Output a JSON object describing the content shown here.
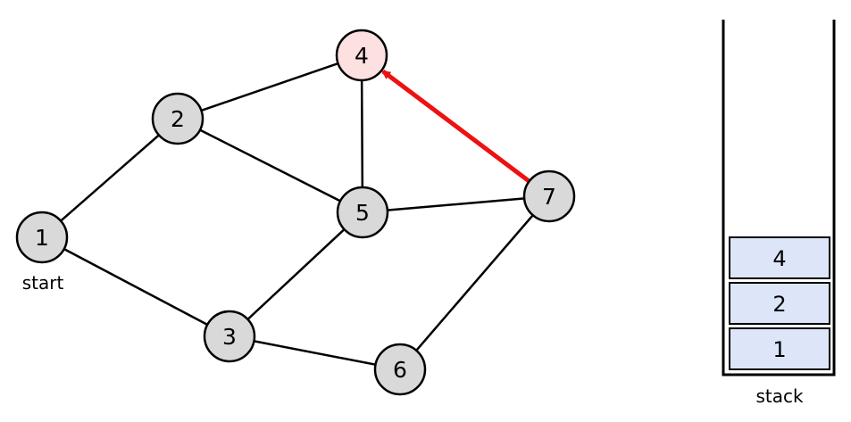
{
  "graph": {
    "start_label": "start",
    "nodes": [
      {
        "id": "1",
        "label": "1",
        "state": "visited"
      },
      {
        "id": "2",
        "label": "2",
        "state": "visited"
      },
      {
        "id": "3",
        "label": "3",
        "state": "visited"
      },
      {
        "id": "4",
        "label": "4",
        "state": "current"
      },
      {
        "id": "5",
        "label": "5",
        "state": "visited"
      },
      {
        "id": "6",
        "label": "6",
        "state": "visited"
      },
      {
        "id": "7",
        "label": "7",
        "state": "visited"
      }
    ],
    "edges": [
      {
        "from": "1",
        "to": "2"
      },
      {
        "from": "1",
        "to": "3"
      },
      {
        "from": "2",
        "to": "4"
      },
      {
        "from": "2",
        "to": "5"
      },
      {
        "from": "4",
        "to": "5"
      },
      {
        "from": "3",
        "to": "5"
      },
      {
        "from": "3",
        "to": "6"
      },
      {
        "from": "5",
        "to": "7"
      },
      {
        "from": "6",
        "to": "7"
      }
    ],
    "highlighted_edge": {
      "from": "7",
      "to": "4"
    }
  },
  "stack": {
    "caption": "stack",
    "items_top_to_bottom": [
      "4",
      "2",
      "1"
    ]
  },
  "colors": {
    "node_fill": "#d9d9d9",
    "current_node_fill": "#fde0e0",
    "highlight_edge": "#ee1111",
    "stack_item_fill": "#dde6f8",
    "stroke": "#000000"
  }
}
